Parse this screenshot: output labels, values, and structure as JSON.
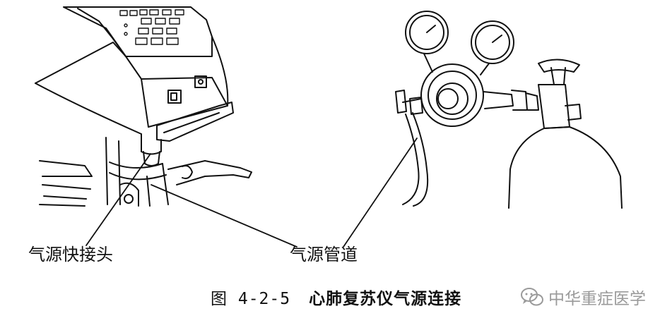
{
  "labels": {
    "quick_connector": "气源快接头",
    "gas_pipe": "气源管道"
  },
  "caption": {
    "figure_number": "图 4-2-5",
    "title": "心肺复苏仪气源连接"
  },
  "watermark": {
    "text": "中华重症医学",
    "icon": "wechat-icon"
  },
  "colors": {
    "line": "#111111",
    "watermark": "#9a9a9a"
  }
}
